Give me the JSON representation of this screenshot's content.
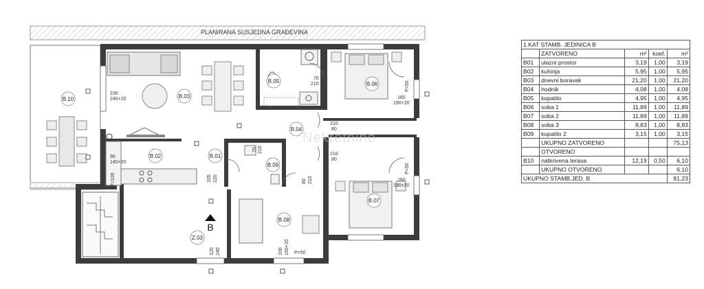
{
  "plan": {
    "neighbor_label": "PLANIRANA SUSJEDNA GRAĐEVINA",
    "entrance_letter": "B",
    "rooms": {
      "b10": "B.10",
      "b03": "B.03",
      "b02": "B.02",
      "b01": "B.01",
      "b04": "B.04",
      "b05": "B.05",
      "b06": "B.06",
      "b07": "B.07",
      "b08": "B.08",
      "b09": "B.09",
      "z03": "Z.03"
    },
    "dims": {
      "d230": "230",
      "d240_20": "240+20",
      "d90": "90",
      "d140_20": "140+20",
      "p100": "P=100",
      "d70a": "70",
      "d210a": "210",
      "d160a": "160",
      "d190_20a": "190+20",
      "p50a": "P=50",
      "d210b": "210",
      "d80b": "80",
      "d70c": "70",
      "d210c": "210",
      "d210d": "210",
      "d80d": "80",
      "d160b": "160",
      "d190_20b": "190+20",
      "p50b": "P=50",
      "d105": "105",
      "d220": "220",
      "d80e": "80",
      "d210e": "210",
      "d120": "120",
      "d240": "240",
      "d100": "100",
      "d190_20c": "190+20",
      "p50c": "P=50"
    },
    "watermark": "Nekretnine"
  },
  "table": {
    "title": "1.KAT STAMB. JEDINICA B",
    "header": {
      "name": "ZATVORENO",
      "m2": "m²",
      "koef": "koef.",
      "total": "m²"
    },
    "rows": [
      {
        "code": "B01",
        "name": "ulazni prostor",
        "m2": "3,19",
        "koef": "1,00",
        "total": "3,19"
      },
      {
        "code": "B02",
        "name": "kuhinja",
        "m2": "5,95",
        "koef": "1,00",
        "total": "5,95"
      },
      {
        "code": "B03",
        "name": "dnevni boravak",
        "m2": "21,20",
        "koef": "1,00",
        "total": "21,20"
      },
      {
        "code": "B04",
        "name": "hodnik",
        "m2": "4,08",
        "koef": "1,00",
        "total": "4,08"
      },
      {
        "code": "B05",
        "name": "kupatilo",
        "m2": "4,95",
        "koef": "1,00",
        "total": "4,95"
      },
      {
        "code": "B06",
        "name": "soba 1",
        "m2": "11,89",
        "koef": "1,00",
        "total": "11,89"
      },
      {
        "code": "B07",
        "name": "soba 2",
        "m2": "11,89",
        "koef": "1,00",
        "total": "11,89"
      },
      {
        "code": "B08",
        "name": "soba 3",
        "m2": "8,83",
        "koef": "1,00",
        "total": "8,83"
      },
      {
        "code": "B09",
        "name": "kupatilo 2",
        "m2": "3,15",
        "koef": "1,00",
        "total": "3,15"
      }
    ],
    "sum_closed_label": "UKUPNO ZATVORENO",
    "sum_closed_value": "75,13",
    "open_label": "OTVORENO",
    "open_row": {
      "code": "B10",
      "name": "natkrivena terasa",
      "m2": "12,19",
      "koef": "0,50",
      "total": "6,10"
    },
    "sum_open_label": "UKUPNO OTVORENO",
    "sum_open_value": "6,10",
    "sum_total_label": "UKUPNO STAMB.JED. B",
    "sum_total_value": "81,23"
  }
}
